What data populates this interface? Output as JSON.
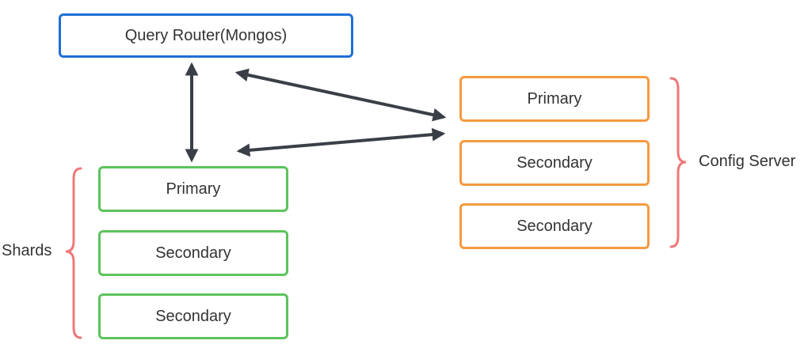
{
  "colors": {
    "router_border": "#1f6fd6",
    "shard_border": "#5cc35c",
    "config_border": "#f5993f",
    "brace": "#f07878",
    "arrow": "#3a3f47",
    "text": "#333333"
  },
  "router": {
    "label": "Query Router(Mongos)"
  },
  "shards": {
    "group_label": "Shards",
    "nodes": [
      {
        "label": "Primary"
      },
      {
        "label": "Secondary"
      },
      {
        "label": "Secondary"
      }
    ]
  },
  "config_server": {
    "group_label": "Config Server",
    "nodes": [
      {
        "label": "Primary"
      },
      {
        "label": "Secondary"
      },
      {
        "label": "Secondary"
      }
    ]
  },
  "connections": [
    {
      "from": "router",
      "to": "shards",
      "direction": "bidirectional"
    },
    {
      "from": "router",
      "to": "config_server",
      "direction": "bidirectional"
    },
    {
      "from": "shards",
      "to": "config_server",
      "direction": "bidirectional"
    }
  ]
}
